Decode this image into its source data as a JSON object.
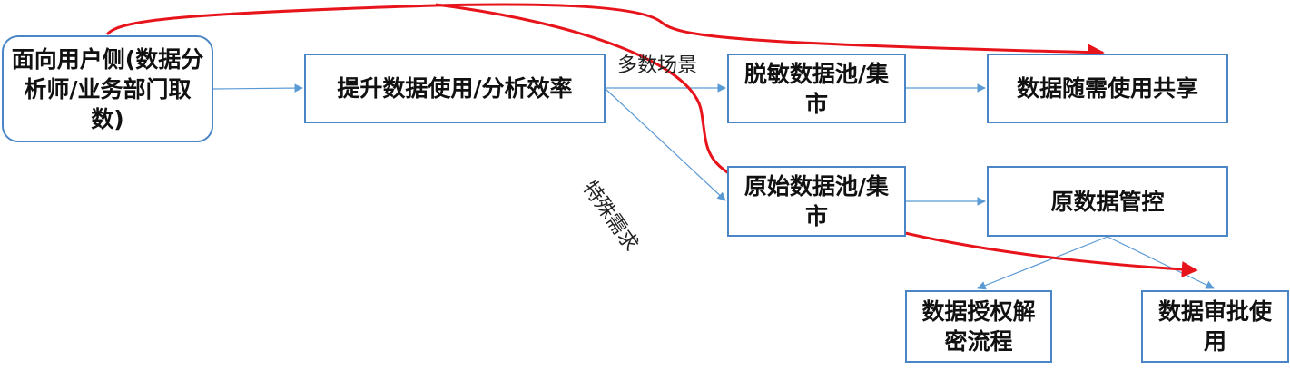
{
  "diagram": {
    "nodes": {
      "user": "面向用户侧(数据分析师/业务部门取数)",
      "improve": "提升数据使用/分析效率",
      "masked": "脱敏数据池/集市",
      "share": "数据随需使用共享",
      "raw": "原始数据池/集市",
      "control": "原数据管控",
      "auth": "数据授权解密流程",
      "approve": "数据审批使用"
    },
    "edge_labels": {
      "multi_scene": "多数场景",
      "special_need": "特殊需求"
    },
    "colors": {
      "box_border": "#4a86c5",
      "connector": "#5b9bd5",
      "highlight_path": "#e8141b"
    }
  }
}
